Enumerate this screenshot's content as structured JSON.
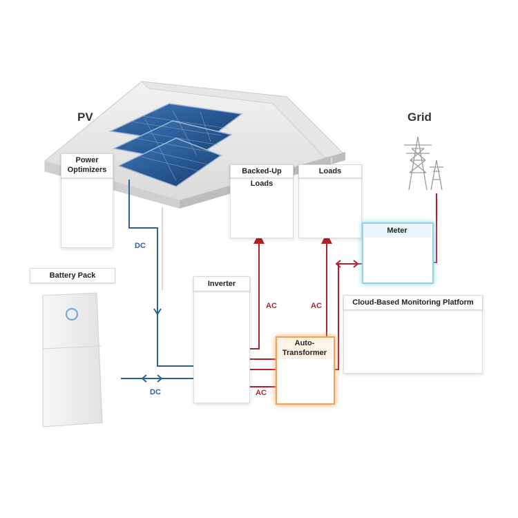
{
  "labels": {
    "pv": "PV",
    "grid": "Grid",
    "power_optimizers": "Power Optimizers",
    "backed_up_loads": "Backed-Up Loads",
    "loads": "Loads",
    "meter": "Meter",
    "battery_pack": "Battery Pack",
    "inverter": "Inverter",
    "auto_transformer": "Auto-Transformer",
    "cloud_monitoring": "Cloud-Based Monitoring Platform"
  },
  "connections": {
    "dc_pv": "DC",
    "dc_battery": "DC",
    "ac_backed_up": "AC",
    "ac_loads": "AC",
    "ac_transformer": "AC"
  },
  "colors": {
    "dc_line": "#2c5f95",
    "ac_line": "#b21f2d",
    "meter_glow": "#8fd3e8",
    "transformer_glow": "#f0a45a",
    "solar_panel": "#1e4f8c"
  }
}
